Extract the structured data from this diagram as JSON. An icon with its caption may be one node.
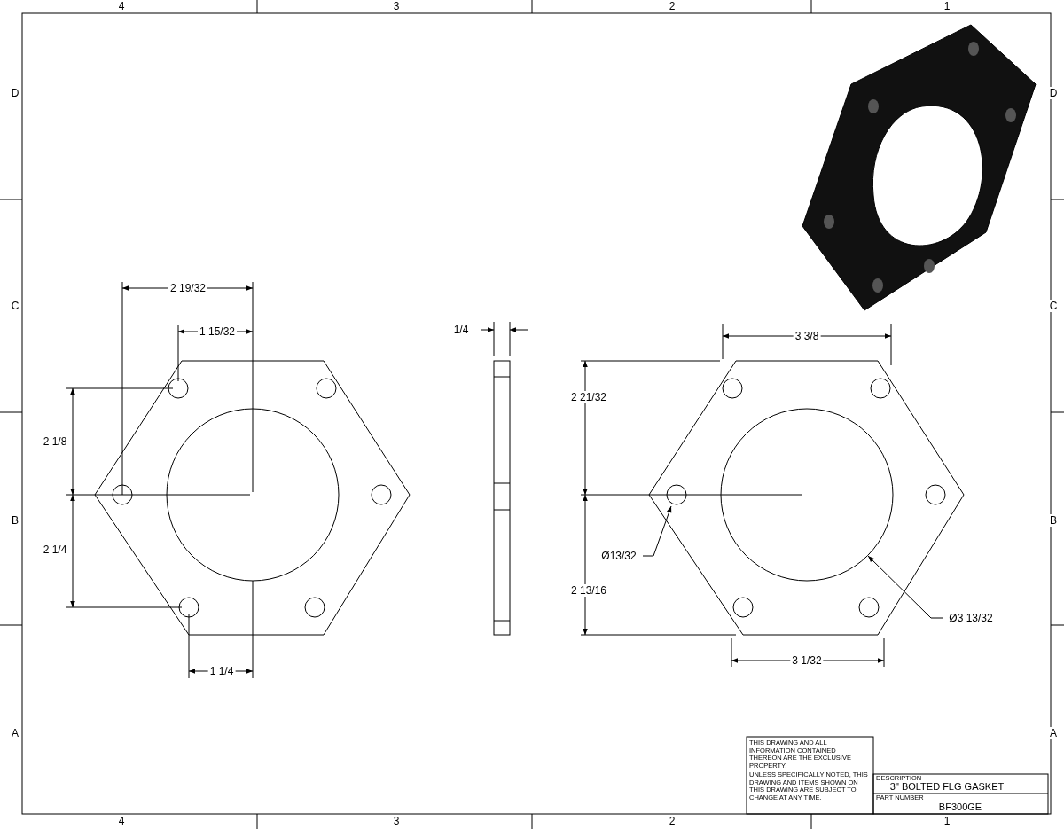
{
  "diagram": {
    "nodes": [
      {
        "text": [
          "Ø13/32"
        ]
      },
      {
        "text": [],
        "shape": "circle"
      },
      {
        "text": [
          "Ø3 13/32"
        ]
      },
      {
        "text": [],
        "shape": "circle"
      }
    ],
    "edges": [
      {
        "from": 0,
        "to": 1,
        "arrow": "to"
      },
      {
        "from": 2,
        "to": 3,
        "arrow": "to"
      }
    ],
    "labels": [
      "4",
      "3",
      "2",
      "1",
      "D",
      "D",
      "2 19/32",
      "C",
      "C",
      "1 15/32",
      "1/4",
      "3 3/8",
      "2 21/32",
      "2 1/8",
      "B",
      "B",
      "2 1/4",
      "2 13/16",
      "1 1/4",
      "3 1/32",
      "A",
      "A",
      "THIS DRAWING AND ALL INFORMATION CONTAINED THEREON ARE THE EXCLUSIVE PROPERTY.",
      "UNLESS SPECIFICALLY NOTED, THIS DRAWING AND ITEMS SHOWN ON THIS DRAWING ARE SUBJECT TO CHANGE AT ANY TIME.",
      "DESCRIPTION",
      "3\" BOLTED FLG GASKET",
      "PART NUMBER",
      "BF300GE",
      "4",
      "3",
      "2",
      "1"
    ]
  }
}
